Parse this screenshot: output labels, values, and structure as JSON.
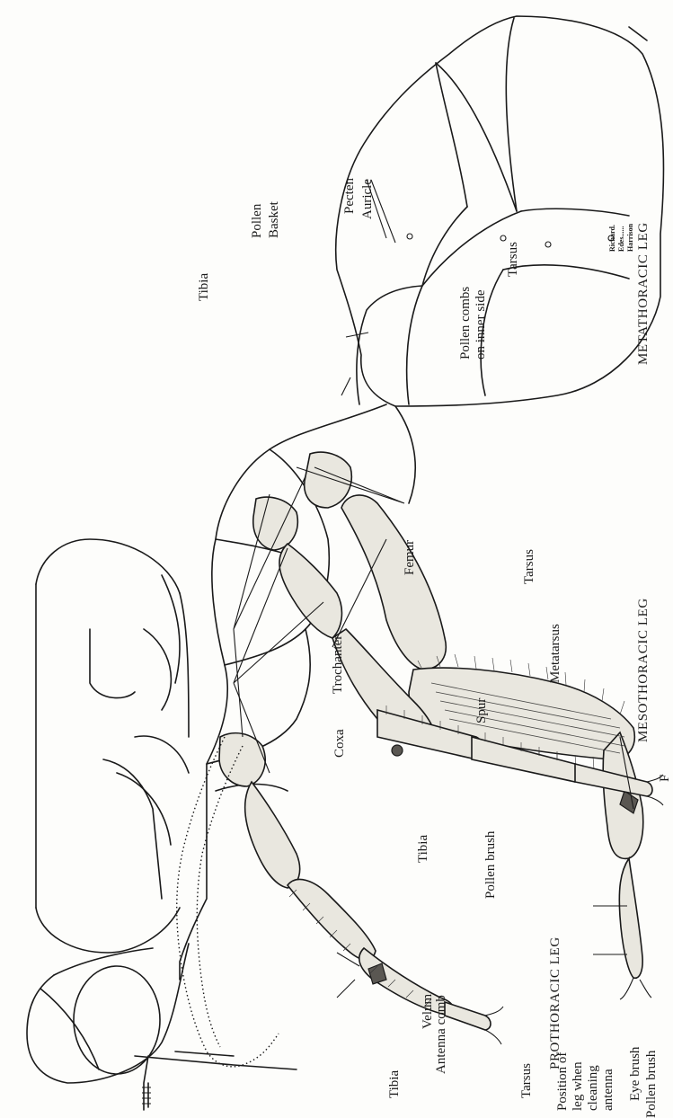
{
  "figure": {
    "caption_fragment": "F",
    "signature": [
      "Richard.",
      "Edes......",
      "Harrison"
    ]
  },
  "leg_titles": {
    "metathoracic": "METATHORACIC LEG",
    "mesothoracic": "MESOTHORACIC LEG",
    "prothoracic": "PROTHORACIC LEG"
  },
  "labels": {
    "tibia_meta": "Tibia",
    "pollen": "Pollen",
    "basket": "Basket",
    "pecten": "Pecten",
    "auricle": "Auricle",
    "pollen_combs": "Pollen combs",
    "on_inner_side": "on inner side",
    "tarsus_meta": "Tarsus",
    "femur": "Femur",
    "tarsus_meso": "Tarsus",
    "metatarsus": "Metatarsus",
    "spur": "Spur",
    "coxa": "Coxa",
    "trochanter": "Trochanter",
    "tibia_meso": "Tibia",
    "pollen_brush_meso": "Pollen brush",
    "velum": "Velum",
    "antenna_comb": "Antenna comb",
    "tibia_pro": "Tibia",
    "tarsus_pro": "Tarsus",
    "position_of": "Position of",
    "leg_when": "leg when",
    "cleaning": "cleaning",
    "antenna": "antenna",
    "pollen_brush_pro": "Pollen brush",
    "eye_brush": "Eye brush"
  }
}
